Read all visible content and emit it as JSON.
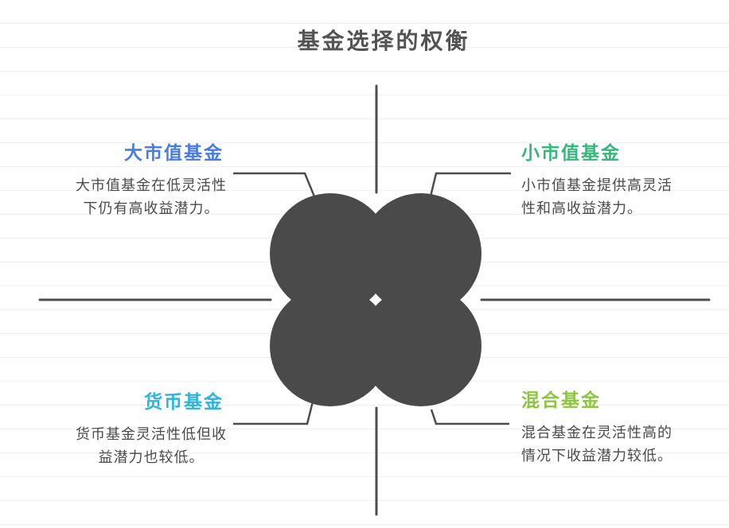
{
  "title": "基金选择的权衡",
  "colors": {
    "title_text": "#535353",
    "body_text": "#4a4a4a",
    "shape_fill": "#4a4a4a",
    "line_stroke": "#4d4d4d",
    "ruled_line": "#f1f1f4"
  },
  "quadrants": [
    {
      "position": "top-left",
      "label": "大市值基金",
      "color": "#4a7ce0",
      "desc": [
        "大市值基金在低灵活性",
        "下仍有高收益潜力。"
      ]
    },
    {
      "position": "top-right",
      "label": "小市值基金",
      "color": "#35b87a",
      "desc": [
        "小市值基金提供高灵活",
        "性和高收益潜力。"
      ]
    },
    {
      "position": "bottom-left",
      "label": "货币基金",
      "color": "#2cb4da",
      "desc": [
        "货币基金灵活性低但收",
        "益潜力也较低。"
      ]
    },
    {
      "position": "bottom-right",
      "label": "混合基金",
      "color": "#8dc63f",
      "desc": [
        "混合基金在灵活性高的",
        "情况下收益潜力较低。"
      ]
    }
  ]
}
